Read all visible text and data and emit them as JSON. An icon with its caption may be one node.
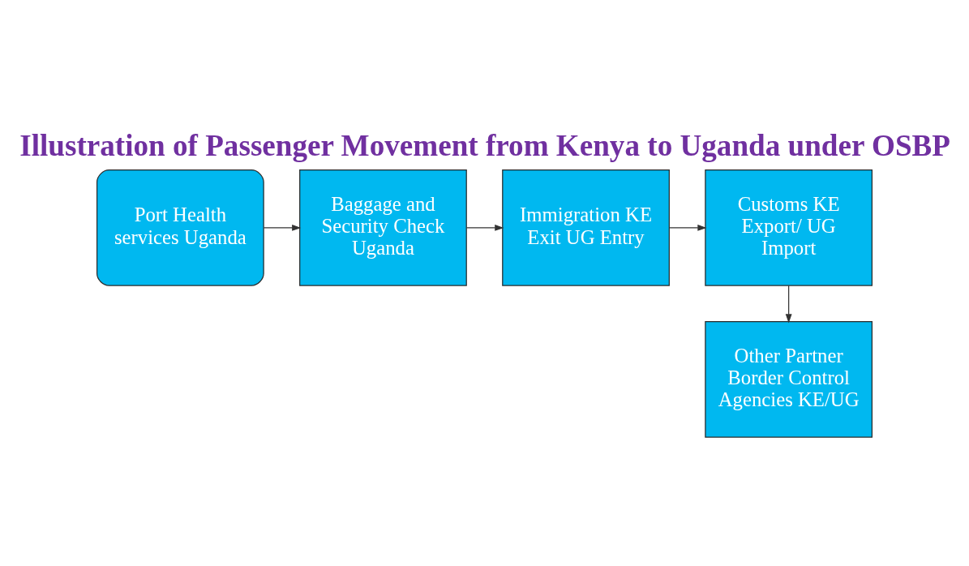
{
  "diagram": {
    "title": "Illustration of Passenger Movement from Kenya to Uganda under OSBP",
    "nodes": [
      {
        "text": [
          "Port Health services Uganda"
        ]
      },
      {
        "text": [
          "Baggage and Security Check Uganda"
        ]
      },
      {
        "text": [
          "Immigration KE Exit UG Entry"
        ]
      },
      {
        "text": [
          "Customs KE Export/ UG Import"
        ]
      },
      {
        "text": [
          "Other Partner Border Control Agencies KE/UG"
        ]
      }
    ],
    "edges": [
      {
        "from": 0,
        "to": 1,
        "arrow": "to"
      },
      {
        "from": 1,
        "to": 2,
        "arrow": "to"
      },
      {
        "from": 2,
        "to": 3,
        "arrow": "to"
      },
      {
        "from": 3,
        "to": 4,
        "arrow": "to"
      }
    ]
  }
}
